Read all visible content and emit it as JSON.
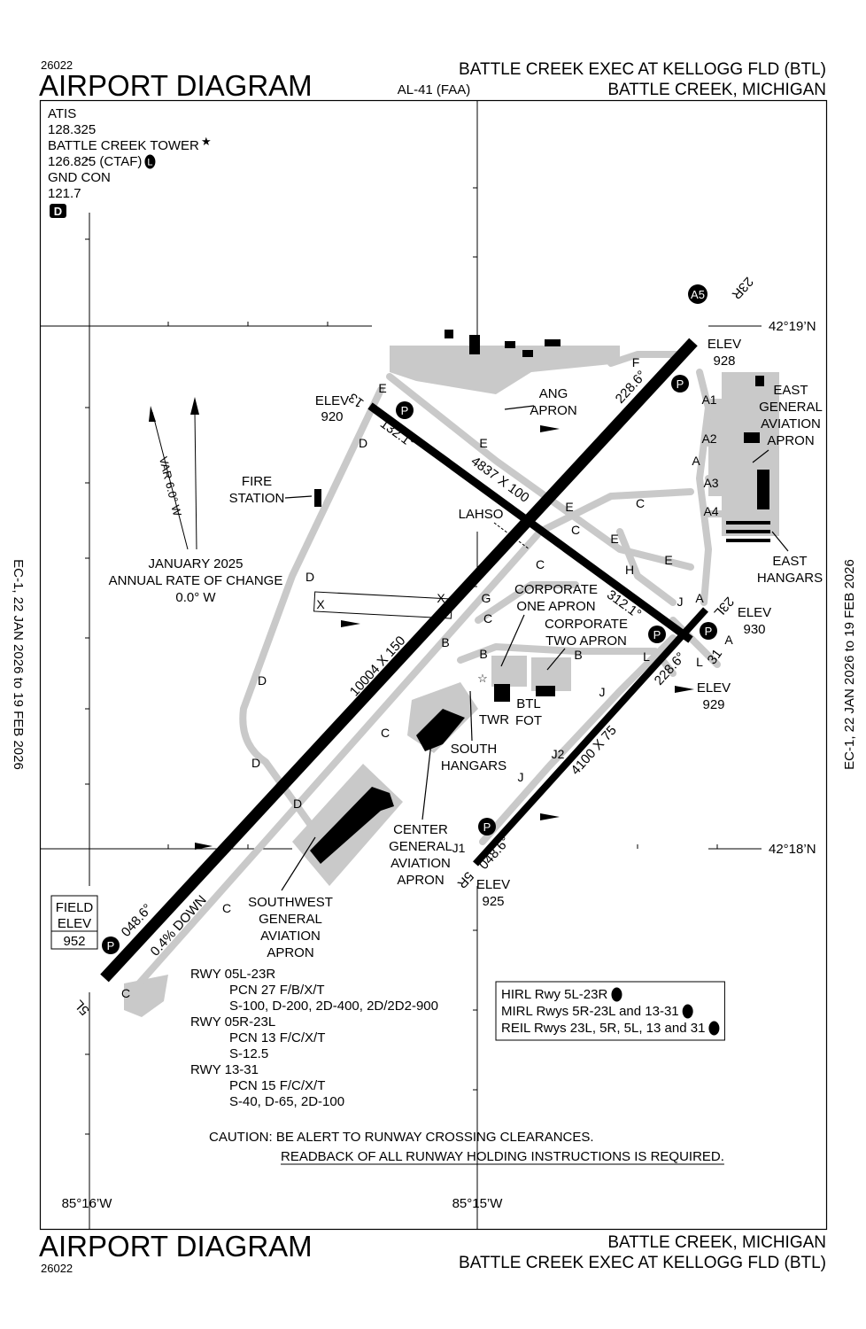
{
  "header": {
    "volume": "26022",
    "title": "AIRPORT DIAGRAM",
    "procedure": "AL-41 (FAA)",
    "airport": "BATTLE CREEK EXEC AT KELLOGG FLD (BTL)",
    "city": "BATTLE CREEK, MICHIGAN"
  },
  "footer": {
    "volume": "26022",
    "title": "AIRPORT DIAGRAM",
    "city": "BATTLE CREEK, MICHIGAN",
    "airport": "BATTLE CREEK EXEC AT KELLOGG FLD (BTL)"
  },
  "validity": {
    "left": "EC-1,  22 JAN 2026  to  19 FEB 2026",
    "right": "EC-1,  22 JAN 2026  to  19 FEB 2026"
  },
  "comms": {
    "atis": "ATIS",
    "atis_freq": "128.325",
    "tower": "BATTLE CREEK TOWER",
    "tower_star": "★",
    "tower_freq": "126.825 (CTAF)",
    "lighting_symbol": "L",
    "gnd": "GND CON",
    "gnd_freq": "121.7",
    "dsymbol": "D"
  },
  "coordinates": {
    "lat_north": "42°19’N",
    "lat_south": "42°18’N",
    "lon_west": "85°16’W",
    "lon_east": "85°15’W"
  },
  "magnetic": {
    "variation": "VAR 6.0° W",
    "rate_title": "JANUARY 2025",
    "rate_label": "ANNUAL RATE OF CHANGE",
    "rate_value": "0.0° W"
  },
  "runways": {
    "r05l_23r": {
      "dims": "10004 X 150",
      "hdg_sw": "048.6°",
      "hdg_ne": "228.6°",
      "end_sw": "5L",
      "end_ne": "23R",
      "slope": "0.4% DOWN"
    },
    "r13_31": {
      "dims": "4837 X 100",
      "hdg_nw": "132.1°",
      "hdg_se": "312.1°",
      "end_nw": "13",
      "end_se": "31",
      "lahso": "LAHSO"
    },
    "r05r_23l": {
      "dims": "4100 X 75",
      "hdg_sw": "048.6°",
      "hdg_ne": "228.6°",
      "end_sw": "5R",
      "end_ne": "23L"
    }
  },
  "elevations": {
    "elev_label": "ELEV",
    "e928": "928",
    "e920": "920",
    "e930": "930",
    "e929": "929",
    "e925": "925",
    "field_label1": "FIELD",
    "field_label2": "ELEV",
    "field_value": "952"
  },
  "places": {
    "ang1": "ANG",
    "ang2": "APRON",
    "egaa1": "EAST",
    "egaa2": "GENERAL",
    "egaa3": "AVIATION",
    "egaa4": "APRON",
    "eh1": "EAST",
    "eh2": "HANGARS",
    "fire1": "FIRE",
    "fire2": "STATION",
    "corp1a": "CORPORATE",
    "corp1b": "ONE APRON",
    "corp2a": "CORPORATE",
    "corp2b": "TWO APRON",
    "twr": "TWR",
    "fot1": "BTL",
    "fot2": "FOT",
    "sh1": "SOUTH",
    "sh2": "HANGARS",
    "cga1": "CENTER",
    "cga2": "GENERAL",
    "cga3": "AVIATION",
    "cga4": "APRON",
    "swga1": "SOUTHWEST",
    "swga2": "GENERAL",
    "swga3": "AVIATION",
    "swga4": "APRON",
    "hotspot": "A5",
    "parking": "P"
  },
  "taxiways": {
    "A": "A",
    "A1": "A1",
    "A2": "A2",
    "A3": "A3",
    "A4": "A4",
    "B": "B",
    "C": "C",
    "D": "D",
    "E": "E",
    "F": "F",
    "G": "G",
    "H": "H",
    "J": "J",
    "J1": "J1",
    "J2": "J2",
    "L": "L",
    "X": "X"
  },
  "runway_data": [
    "RWY 05L-23R",
    "PCN 27 F/B/X/T",
    "S-100, D-200, 2D-400, 2D/2D2-900",
    "RWY 05R-23L",
    "PCN 13 F/C/X/T",
    "S-12.5",
    "RWY 13-31",
    "PCN 15 F/C/X/T",
    "S-40, D-65, 2D-100"
  ],
  "lighting": [
    "HIRL Rwy 5L-23R",
    "MIRL Rwys 5R-23L and 13-31",
    "REIL Rwys 23L, 5R, 5L, 13 and 31"
  ],
  "caution": {
    "line1": "CAUTION: BE ALERT TO RUNWAY CROSSING CLEARANCES.",
    "line2": "READBACK OF ALL RUNWAY HOLDING INSTRUCTIONS IS REQUIRED."
  },
  "colors": {
    "ink": "#000000",
    "pavement": "#c9c9c9",
    "background": "#ffffff"
  }
}
